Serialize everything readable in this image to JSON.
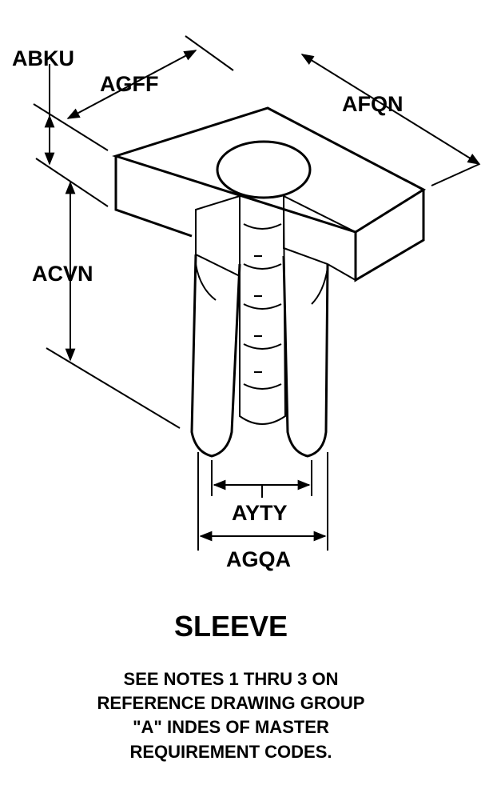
{
  "dimensions": {
    "abku": "ABKU",
    "agff": "AGFF",
    "afqn": "AFQN",
    "acvn": "ACVN",
    "ayty": "AYTY",
    "agqa": "AGQA"
  },
  "title": "SLEEVE",
  "notes": [
    "SEE NOTES 1 THRU 3 ON",
    "REFERENCE DRAWING GROUP",
    "\"A\" INDES OF MASTER",
    "REQUIREMENT CODES."
  ]
}
